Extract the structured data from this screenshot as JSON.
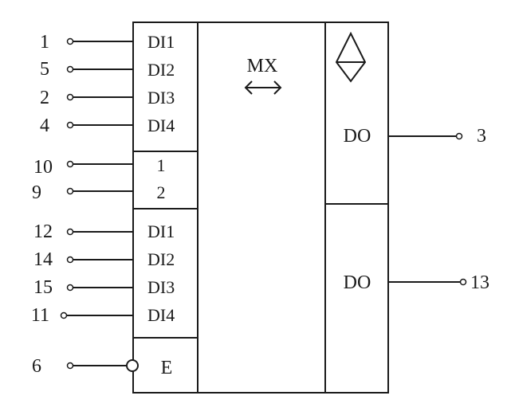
{
  "chip": {
    "function_label": "MX",
    "arrow_glyph": "⟷",
    "output_label_top": "DO",
    "output_label_bottom": "DO",
    "enable_label": "E"
  },
  "inputs_group_a": [
    {
      "pin": "1",
      "label": "DI1"
    },
    {
      "pin": "5",
      "label": "DI2"
    },
    {
      "pin": "2",
      "label": "DI3"
    },
    {
      "pin": "4",
      "label": "DI4"
    }
  ],
  "address_inputs": [
    {
      "pin": "10",
      "label": "1"
    },
    {
      "pin": "9",
      "label": "2"
    }
  ],
  "inputs_group_b": [
    {
      "pin": "12",
      "label": "DI1"
    },
    {
      "pin": "14",
      "label": "DI2"
    },
    {
      "pin": "15",
      "label": "DI3"
    },
    {
      "pin": "11",
      "label": "DI4"
    }
  ],
  "enable_input": {
    "pin": "6"
  },
  "outputs": [
    {
      "pin": "3"
    },
    {
      "pin": "13"
    }
  ]
}
